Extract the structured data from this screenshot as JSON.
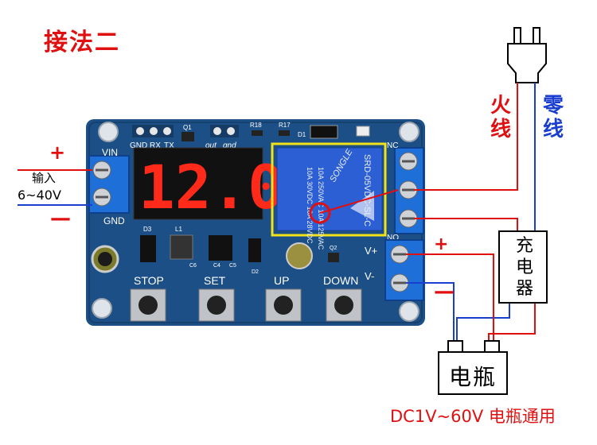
{
  "title": "接法二",
  "labels": {
    "fire_line": "火线",
    "neutral_line": "零线",
    "input": "输入",
    "input_range": "6~40V",
    "plus": "+",
    "minus": "—",
    "charger": "充电器",
    "battery": "电瓶",
    "bottom_note": "DC1V~60V 电瓶通用"
  },
  "board": {
    "display": "12.0",
    "silk": {
      "gnd": "GND",
      "rx": "RX",
      "tx": "TX",
      "out": "out",
      "gnd2": "gnd",
      "q1": "Q1",
      "r18": "R18",
      "r17": "R17",
      "d1": "D1",
      "vin": "VIN",
      "gnd_in": "GND",
      "nc": "NC",
      "no": "NO",
      "vplus": "V+",
      "vminus": "V-",
      "d3": "D3",
      "l1": "L1",
      "c6": "C6",
      "c4": "C4",
      "c5": "C5",
      "d2": "D2",
      "q2": "Q2"
    },
    "buttons": [
      "STOP",
      "SET",
      "UP",
      "DOWN"
    ],
    "relay": {
      "model": "SRD-05VDC-SL-C",
      "rating1": "10A 250VAC  10A 125VAC",
      "rating2": "10A 30VDC  10A 28VDC",
      "brand": "SONGLE"
    }
  },
  "colors": {
    "wire_red": "#e01010",
    "wire_blue": "#1a3fd0",
    "pcb": "#1c4f86",
    "digit": "#ff2a1a",
    "relay": "#2c5fd4",
    "highlight": "#f2e21c"
  }
}
